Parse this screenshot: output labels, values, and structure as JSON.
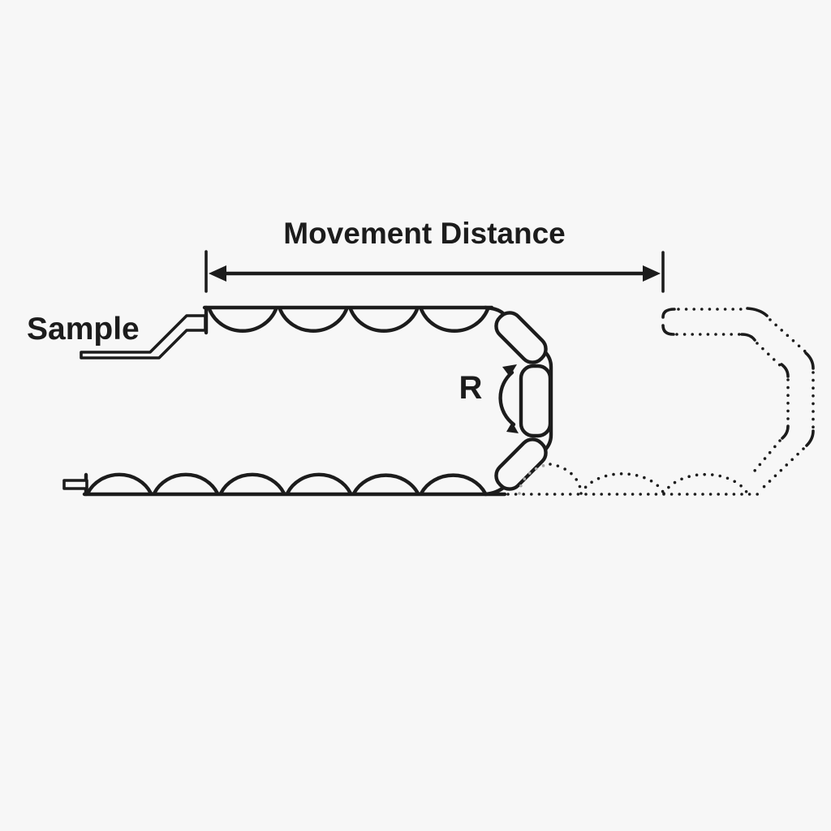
{
  "labels": {
    "movement_distance": "Movement Distance",
    "sample": "Sample",
    "radius": "R"
  },
  "colors": {
    "background": "#f7f7f7",
    "ink": "#1c1c1c",
    "faded_dots": "#a8a8a8"
  }
}
